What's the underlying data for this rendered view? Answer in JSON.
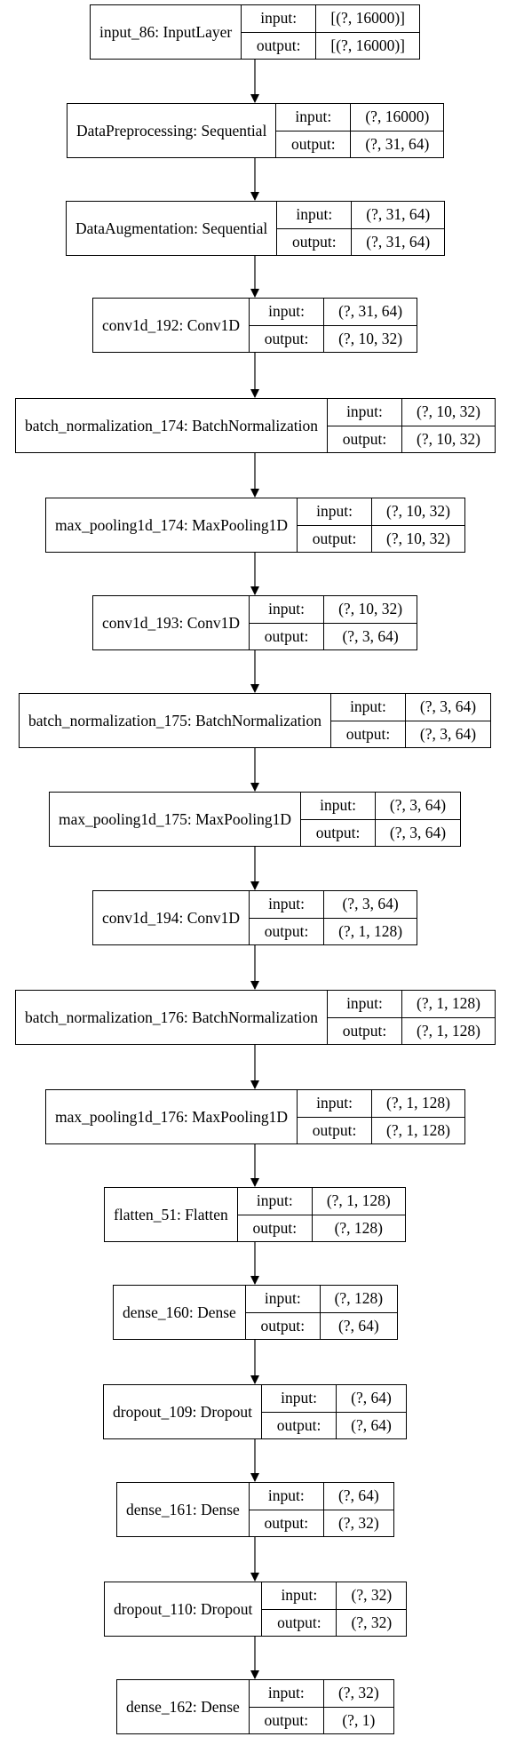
{
  "layers": [
    {
      "name": "input_86: InputLayer",
      "input_label": "input:",
      "output_label": "output:",
      "input": "[(?, 16000)]",
      "output": "[(?, 16000)]"
    },
    {
      "name": "DataPreprocessing: Sequential",
      "input_label": "input:",
      "output_label": "output:",
      "input": "(?, 16000)",
      "output": "(?, 31, 64)"
    },
    {
      "name": "DataAugmentation: Sequential",
      "input_label": "input:",
      "output_label": "output:",
      "input": "(?, 31, 64)",
      "output": "(?, 31, 64)"
    },
    {
      "name": "conv1d_192: Conv1D",
      "input_label": "input:",
      "output_label": "output:",
      "input": "(?, 31, 64)",
      "output": "(?, 10, 32)"
    },
    {
      "name": "batch_normalization_174: BatchNormalization",
      "input_label": "input:",
      "output_label": "output:",
      "input": "(?, 10, 32)",
      "output": "(?, 10, 32)"
    },
    {
      "name": "max_pooling1d_174: MaxPooling1D",
      "input_label": "input:",
      "output_label": "output:",
      "input": "(?, 10, 32)",
      "output": "(?, 10, 32)"
    },
    {
      "name": "conv1d_193: Conv1D",
      "input_label": "input:",
      "output_label": "output:",
      "input": "(?, 10, 32)",
      "output": "(?, 3, 64)"
    },
    {
      "name": "batch_normalization_175: BatchNormalization",
      "input_label": "input:",
      "output_label": "output:",
      "input": "(?, 3, 64)",
      "output": "(?, 3, 64)"
    },
    {
      "name": "max_pooling1d_175: MaxPooling1D",
      "input_label": "input:",
      "output_label": "output:",
      "input": "(?, 3, 64)",
      "output": "(?, 3, 64)"
    },
    {
      "name": "conv1d_194: Conv1D",
      "input_label": "input:",
      "output_label": "output:",
      "input": "(?, 3, 64)",
      "output": "(?, 1, 128)"
    },
    {
      "name": "batch_normalization_176: BatchNormalization",
      "input_label": "input:",
      "output_label": "output:",
      "input": "(?, 1, 128)",
      "output": "(?, 1, 128)"
    },
    {
      "name": "max_pooling1d_176: MaxPooling1D",
      "input_label": "input:",
      "output_label": "output:",
      "input": "(?, 1, 128)",
      "output": "(?, 1, 128)"
    },
    {
      "name": "flatten_51: Flatten",
      "input_label": "input:",
      "output_label": "output:",
      "input": "(?, 1, 128)",
      "output": "(?, 128)"
    },
    {
      "name": "dense_160: Dense",
      "input_label": "input:",
      "output_label": "output:",
      "input": "(?, 128)",
      "output": "(?, 64)"
    },
    {
      "name": "dropout_109: Dropout",
      "input_label": "input:",
      "output_label": "output:",
      "input": "(?, 64)",
      "output": "(?, 64)"
    },
    {
      "name": "dense_161: Dense",
      "input_label": "input:",
      "output_label": "output:",
      "input": "(?, 64)",
      "output": "(?, 32)"
    },
    {
      "name": "dropout_110: Dropout",
      "input_label": "input:",
      "output_label": "output:",
      "input": "(?, 32)",
      "output": "(?, 32)"
    },
    {
      "name": "dense_162: Dense",
      "input_label": "input:",
      "output_label": "output:",
      "input": "(?, 32)",
      "output": "(?, 1)"
    }
  ]
}
